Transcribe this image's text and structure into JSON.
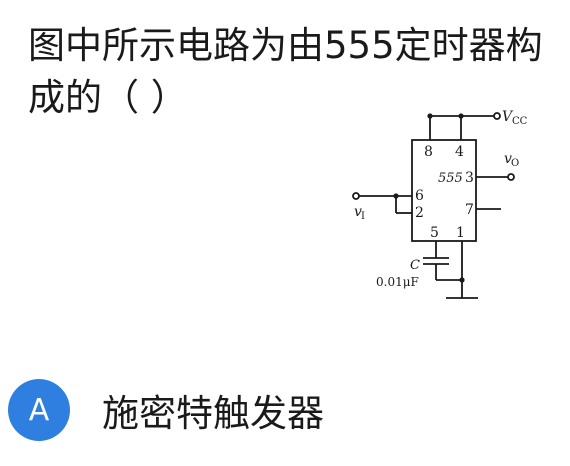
{
  "question": {
    "text": "图中所示电路为由555定时器构成的（    ）"
  },
  "circuit": {
    "pins": {
      "p8": "8",
      "p4": "4",
      "p3": "3",
      "p6": "6",
      "p2": "2",
      "p7": "7",
      "p5": "5",
      "p1": "1"
    },
    "chip_label": "555",
    "vcc_label": "V",
    "vcc_sub": "CC",
    "vo_label": "v",
    "vo_sub": "O",
    "vi_label": "v",
    "vi_sub": "I",
    "cap_label": "C",
    "cap_value": "0.01μF"
  },
  "options": [
    {
      "letter": "A",
      "text": "施密特触发器",
      "badge_color": "#2f7fe0"
    }
  ]
}
